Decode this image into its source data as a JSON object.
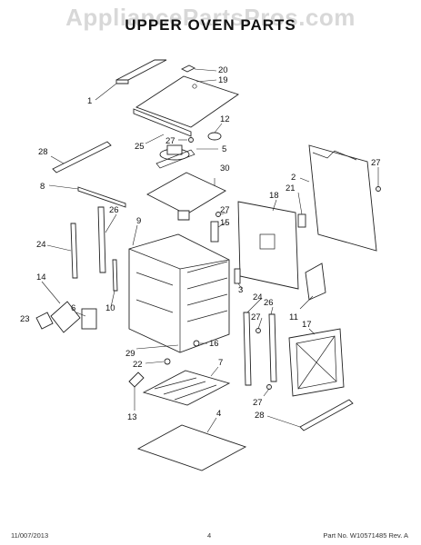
{
  "watermark": "AppliancePartsPros.com",
  "title": "UPPER OVEN PARTS",
  "callouts": [
    {
      "id": "c20",
      "num": "20"
    },
    {
      "id": "c19",
      "num": "19"
    },
    {
      "id": "c1",
      "num": "1"
    },
    {
      "id": "c12",
      "num": "12"
    },
    {
      "id": "c25",
      "num": "25"
    },
    {
      "id": "c27a",
      "num": "27"
    },
    {
      "id": "c5",
      "num": "5"
    },
    {
      "id": "c28a",
      "num": "28"
    },
    {
      "id": "c30",
      "num": "30"
    },
    {
      "id": "c2",
      "num": "2"
    },
    {
      "id": "c27b",
      "num": "27"
    },
    {
      "id": "c8",
      "num": "8"
    },
    {
      "id": "c18",
      "num": "18"
    },
    {
      "id": "c21",
      "num": "21"
    },
    {
      "id": "c26a",
      "num": "26"
    },
    {
      "id": "c9",
      "num": "9"
    },
    {
      "id": "c27c",
      "num": "27"
    },
    {
      "id": "c15",
      "num": "15"
    },
    {
      "id": "c24a",
      "num": "24"
    },
    {
      "id": "c14",
      "num": "14"
    },
    {
      "id": "c3",
      "num": "3"
    },
    {
      "id": "c24b",
      "num": "24"
    },
    {
      "id": "c26b",
      "num": "26"
    },
    {
      "id": "c10",
      "num": "10"
    },
    {
      "id": "c6",
      "num": "6"
    },
    {
      "id": "c23",
      "num": "23"
    },
    {
      "id": "c11",
      "num": "11"
    },
    {
      "id": "c27d",
      "num": "27"
    },
    {
      "id": "c17",
      "num": "17"
    },
    {
      "id": "c29",
      "num": "29"
    },
    {
      "id": "c16",
      "num": "16"
    },
    {
      "id": "c22",
      "num": "22"
    },
    {
      "id": "c7",
      "num": "7"
    },
    {
      "id": "c27e",
      "num": "27"
    },
    {
      "id": "c13",
      "num": "13"
    },
    {
      "id": "c4",
      "num": "4"
    },
    {
      "id": "c28b",
      "num": "28"
    }
  ],
  "footer": {
    "date": "11/007/2013",
    "page": "4",
    "part_no": "Part No. W10571485  Rev. A"
  }
}
